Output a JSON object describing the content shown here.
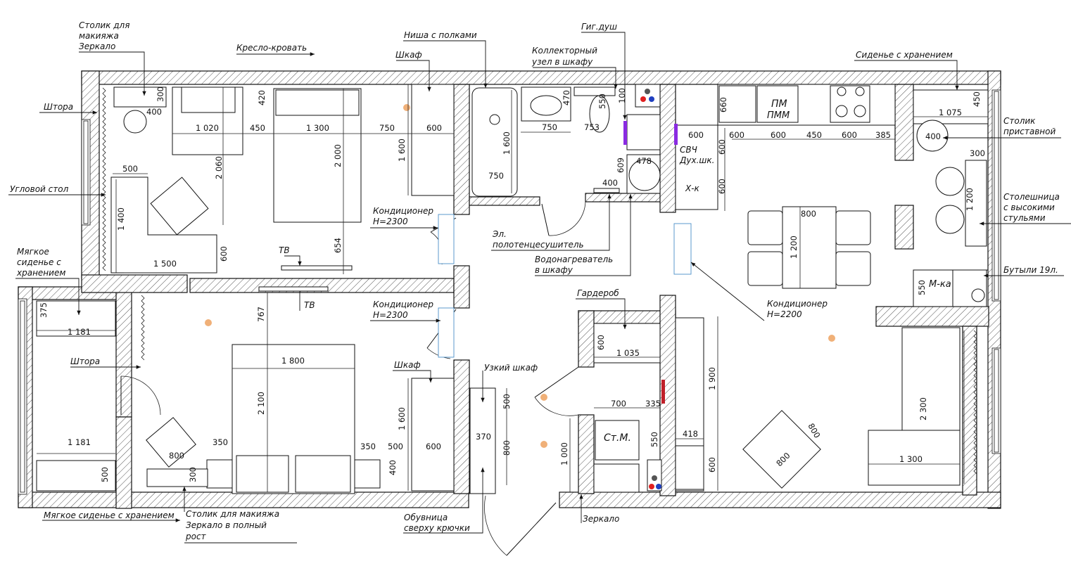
{
  "labels": {
    "makeup_table_top": [
      "Столик для",
      "макияжа",
      "Зеркало"
    ],
    "armchair_bed": "Кресло-кровать",
    "curtain_top": "Штора",
    "corner_table": "Угловой стол",
    "soft_seat_left": [
      "Мягкое",
      "сиденье с",
      "хранением"
    ],
    "curtain_bottom": "Штора",
    "soft_seat_bottom": "Мягкое сиденье с хранением",
    "makeup_table_bottom": [
      "Столик для макияжа",
      "Зеркало в полный",
      "рост"
    ],
    "niche_shelves": "Ниша с полками",
    "wardrobe_top": "Шкаф",
    "hygienic_shower": "Гиг.душ",
    "collector": [
      "Коллекторный",
      "узел в шкафу"
    ],
    "seat_storage": "Сиденье с хранением",
    "side_table": [
      "Столик",
      "приставной"
    ],
    "countertop": [
      "Столешница",
      "с высокими",
      "стульями"
    ],
    "bottles": "Бутыли 19л.",
    "ac_1": [
      "Кондиционер",
      "H=2300"
    ],
    "ac_2": [
      "Кондиционер",
      "H=2300"
    ],
    "ac_3": [
      "Кондиционер",
      "H=2200"
    ],
    "towel_dryer": [
      "Эл.",
      "полотенцесушитель"
    ],
    "water_heater": [
      "Водонагреватель",
      "в шкафу"
    ],
    "tv_top": "ТВ",
    "tv_bottom": "ТВ",
    "wardrobe_bottom": "Шкаф",
    "narrow_wardrobe": "Узкий шкаф",
    "garderob": "Гардероб",
    "shoe_rack": [
      "Обувница",
      "сверху крючки"
    ],
    "mirror": "Зеркало",
    "microwave": [
      "СВЧ",
      "Дух.шк."
    ],
    "fridge": "Х-к",
    "dishwasher": [
      "ПМ",
      "ПММ"
    ],
    "washer": "Ст.М.",
    "microwave_small": "М-ка"
  },
  "dimensions": {
    "d300a": "300",
    "d400a": "400",
    "d420": "420",
    "d1020": "1 020",
    "d450a": "450",
    "d1300a": "1 300",
    "d750a": "750",
    "d600a": "600",
    "d1600a": "1 600",
    "d2060": "2 060",
    "d2000": "2 000",
    "d500a": "500",
    "d1400": "1 400",
    "d1500": "1 500",
    "d600b": "600",
    "d654": "654",
    "d1600b": "1 600",
    "d750b": "750",
    "d470": "470",
    "d750c": "750",
    "d753": "753",
    "d550a": "550",
    "d100": "100",
    "d400b": "400",
    "d609": "609",
    "d478": "478",
    "d660": "660",
    "d600c": "600",
    "d600d": "600",
    "d450b": "450",
    "d600e": "600",
    "d385": "385",
    "d600f": "600",
    "d600g": "600",
    "d1075": "1 075",
    "d450c": "450",
    "d400c": "400",
    "d300b": "300",
    "d1200a": "1 200",
    "d800a": "800",
    "d1200b": "1 200",
    "d550b": "550",
    "d375": "375",
    "d1181a": "1 181",
    "d1181b": "1 181",
    "d500b": "500",
    "d767": "767",
    "d1800": "1 800",
    "d2100": "2 100",
    "d350a": "350",
    "d350b": "350",
    "d500c": "500",
    "d400d": "400",
    "d800b": "800",
    "d300c": "300",
    "d1600c": "1 600",
    "d600h": "600",
    "d500d": "500",
    "d370": "370",
    "d800c": "800",
    "d600i": "600",
    "d1035": "1 035",
    "d700": "700",
    "d335": "335",
    "d550c": "550",
    "d1000": "1 000",
    "d418": "418",
    "d1900": "1 900",
    "d600j": "600",
    "d800d": "800",
    "d800e": "800",
    "d2300": "2 300",
    "d1300b": "1 300"
  },
  "colors": {
    "ceiling_light": "#f0b078",
    "wall_line": "#111111",
    "ac_outline": "#4a90c8",
    "valve_red": "#e02020",
    "valve_blue": "#2040c0",
    "accent_purple": "#8a2be2",
    "accent_red": "#c0202a"
  }
}
